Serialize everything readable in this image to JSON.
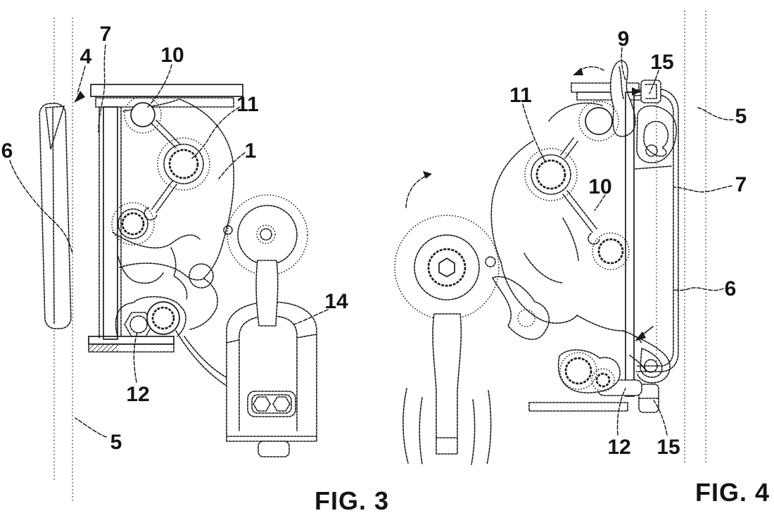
{
  "page": {
    "background": "#ffffff",
    "ink_color": "#1a1a1a"
  },
  "fig3": {
    "caption": "FIG. 3",
    "labels": {
      "n7": "7",
      "n4": "4",
      "n10": "10",
      "n11": "11",
      "n1": "1",
      "n6": "6",
      "n14": "14",
      "n12": "12",
      "n5": "5"
    }
  },
  "fig4": {
    "caption": "FIG. 4",
    "labels": {
      "n9": "9",
      "n15_top": "15",
      "n11": "11",
      "n10": "10",
      "n5": "5",
      "n7": "7",
      "n6": "6",
      "n12": "12",
      "n15_bottom": "15"
    }
  }
}
